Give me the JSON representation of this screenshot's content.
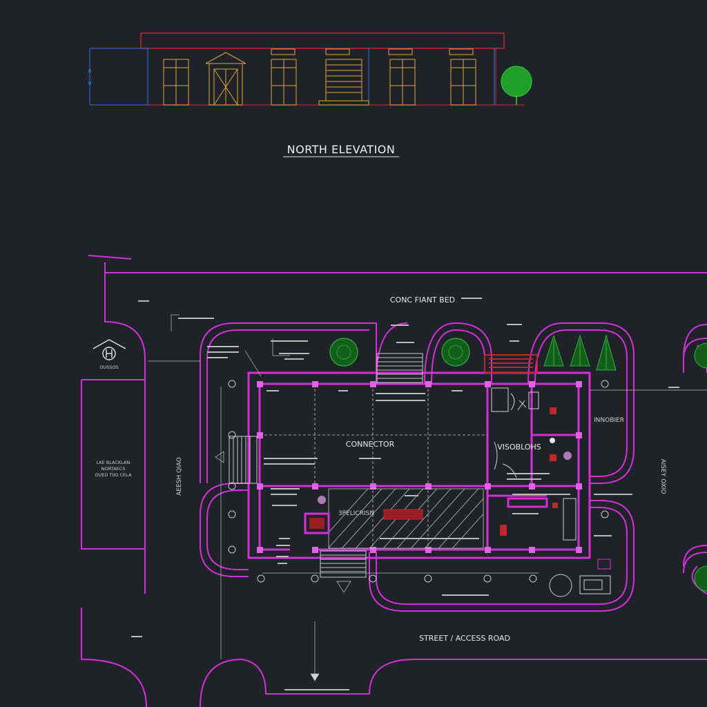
{
  "drawing": {
    "colors": {
      "background": "#1f2329",
      "wall": "#d22fd6",
      "linework": "#c9c9c9",
      "elevation_outline": "#e0a43a",
      "roof_edge": "#c0272d",
      "tree": "#1f9e2a",
      "accent_red": "#c0272d",
      "dimension_blue": "#2f6ed8"
    },
    "elevation": {
      "title": "NORTH ELEVATION"
    },
    "plan": {
      "labels": {
        "top_bed": "CONC FIANT BED",
        "connector": "CONNECTOR",
        "vestibule": "VISOBLOHS",
        "right_room": "INNOBIER",
        "street": "STREET / ACCESS ROAD",
        "left_road": "AEESH QIAO",
        "right_road": "AISEY OXIO",
        "north_symbol": "OUSSOS",
        "left_box_note": "LKE BLACKLAN",
        "left_box_note2": "NORTAECS",
        "left_box_note3": "OUED TIIO CELA",
        "hatched_room": "3PELICRISN"
      }
    }
  }
}
